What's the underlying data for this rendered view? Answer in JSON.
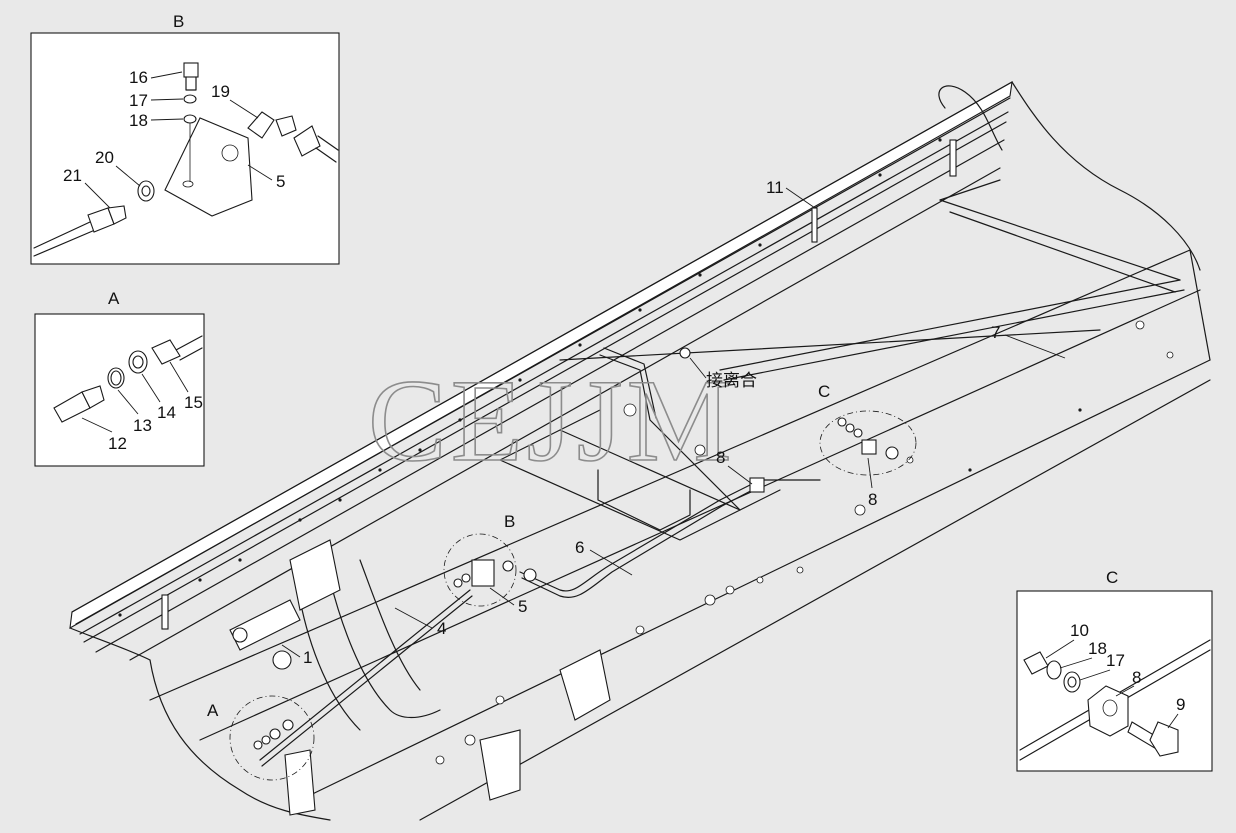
{
  "watermark": "CEJJM",
  "main_labels": {
    "l1": "1",
    "l4": "4",
    "l5": "5",
    "l6": "6",
    "l7": "7",
    "l8a": "8",
    "l8b": "8",
    "l11": "11",
    "lA": "A",
    "lB": "B",
    "lC": "C",
    "clutch": "接离合"
  },
  "detail_B": {
    "title": "B",
    "parts": [
      "16",
      "17",
      "18",
      "19",
      "20",
      "21",
      "5"
    ]
  },
  "detail_A": {
    "title": "A",
    "parts": [
      "12",
      "13",
      "14",
      "15"
    ]
  },
  "detail_C": {
    "title": "C",
    "parts": [
      "10",
      "18",
      "17",
      "8",
      "9"
    ]
  }
}
